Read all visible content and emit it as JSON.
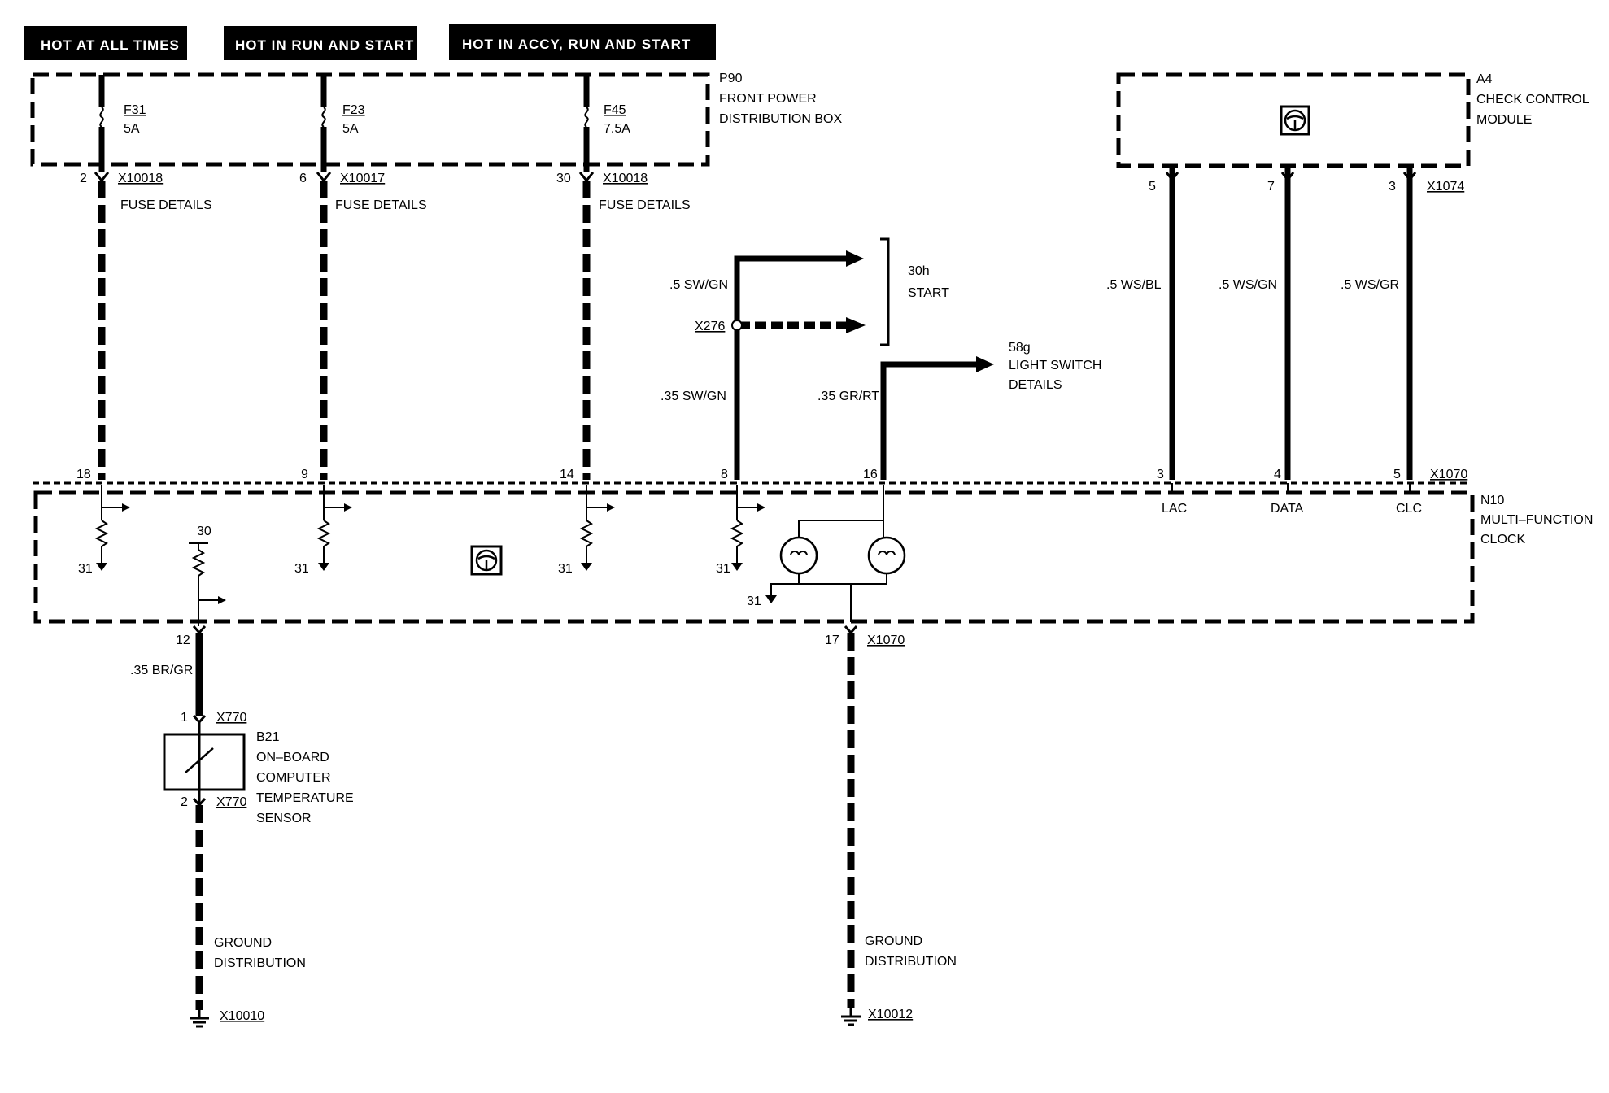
{
  "headers": {
    "hot_always": "HOT AT ALL TIMES",
    "hot_run_start": "HOT IN RUN AND START",
    "hot_accy": "HOT IN ACCY, RUN AND START"
  },
  "p90": {
    "id": "P90",
    "name_line1": "FRONT POWER",
    "name_line2": "DISTRIBUTION BOX",
    "fuses": [
      {
        "name": "F31",
        "rating": "5A",
        "pin": "2",
        "connector": "X10018",
        "details": "FUSE DETAILS"
      },
      {
        "name": "F23",
        "rating": "5A",
        "pin": "6",
        "connector": "X10017",
        "details": "FUSE DETAILS"
      },
      {
        "name": "F45",
        "rating": "7.5A",
        "pin": "30",
        "connector": "X10018",
        "details": "FUSE DETAILS"
      }
    ]
  },
  "a4": {
    "id": "A4",
    "name_line1": "CHECK CONTROL",
    "name_line2": "MODULE",
    "connector": "X1074",
    "pins": [
      "5",
      "7",
      "3"
    ],
    "wires": [
      ".5 WS/BL",
      ".5 WS/GN",
      ".5 WS/GR"
    ]
  },
  "start_circuit": {
    "wire_top": ".5 SW/GN",
    "splice": "X276",
    "wire_bottom": ".35 SW/GN",
    "terminal": "30h",
    "label": "START"
  },
  "light_circuit": {
    "wire": ".35 GR/RT",
    "terminal": "58g",
    "label_line1": "LIGHT SWITCH",
    "label_line2": "DETAILS"
  },
  "n10": {
    "id": "N10",
    "name_line1": "MULTI–FUNCTION",
    "name_line2": "CLOCK",
    "connector": "X1070",
    "top_pins": [
      "18",
      "9",
      "14",
      "8",
      "16",
      "3",
      "4",
      "5"
    ],
    "bus_labels": [
      "LAC",
      "DATA",
      "CLC"
    ],
    "ground_pins": [
      "31",
      "31",
      "31",
      "31",
      "31"
    ],
    "internal_supply": "30",
    "bottom_pin_left": "12",
    "bottom_pin_right": "17",
    "bottom_connector": "X1070"
  },
  "sensor": {
    "wire": ".35 BR/GR",
    "pin1": "1",
    "pin2": "2",
    "connector": "X770",
    "id": "B21",
    "name_line1": "ON–BOARD",
    "name_line2": "COMPUTER",
    "name_line3": "TEMPERATURE",
    "name_line4": "SENSOR"
  },
  "grounds": [
    {
      "line1": "GROUND",
      "line2": "DISTRIBUTION",
      "connector": "X10010"
    },
    {
      "line1": "GROUND",
      "line2": "DISTRIBUTION",
      "connector": "X10012"
    }
  ]
}
